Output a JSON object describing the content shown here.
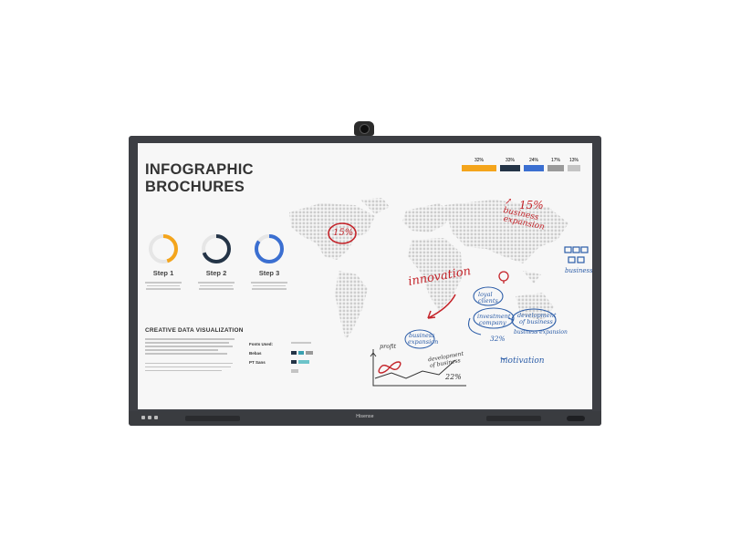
{
  "device": {
    "brand": "Hisense"
  },
  "slide": {
    "title_line1": "INFOGRAPHIC",
    "title_line2": "BROCHURES",
    "steps": [
      {
        "label": "Step 1",
        "color": "#f4a51c",
        "progress": 0.45
      },
      {
        "label": "Step 2",
        "color": "#243447",
        "progress": 0.7
      },
      {
        "label": "Step 3",
        "color": "#3b6fd1",
        "progress": 0.85
      }
    ],
    "section_title": "CREATIVE DATA VISUALIZATION",
    "fonts": [
      {
        "name": "Fonts Used:"
      },
      {
        "name": "Bebas"
      },
      {
        "name": "PT Sans"
      }
    ],
    "legend": [
      {
        "pct": "32%",
        "color": "#f4a51c"
      },
      {
        "pct": "33%",
        "color": "#243447"
      },
      {
        "pct": "24%",
        "color": "#3b6fd1"
      },
      {
        "pct": "17%",
        "color": "#9a9a9a"
      },
      {
        "pct": "13%",
        "color": "#c4c4c4"
      }
    ],
    "annotations": {
      "pct_15_circle": "15%",
      "pct_15_top": "15%",
      "business_expansion_top_1": "business",
      "business_expansion_top_2": "expansion",
      "innovation": "innovation",
      "business_icon": "business",
      "profit": "profit",
      "business_expansion_mid_1": "business",
      "business_expansion_mid_2": "expansion",
      "development_1": "development",
      "development_2": "of business",
      "pct_22": "22%",
      "loyalty_1": "loyal",
      "loyalty_2": "clients",
      "investment_1": "investment",
      "investment_2": "company",
      "development_b_1": "development",
      "development_b_2": "of business",
      "business_expansion_b": "business expansion",
      "pct_32": "32%",
      "motivation": "motivation"
    },
    "colors": {
      "red_ink": "#c4242a",
      "blue_ink": "#2c5da8",
      "map_dots": "#cdcdcd"
    }
  }
}
